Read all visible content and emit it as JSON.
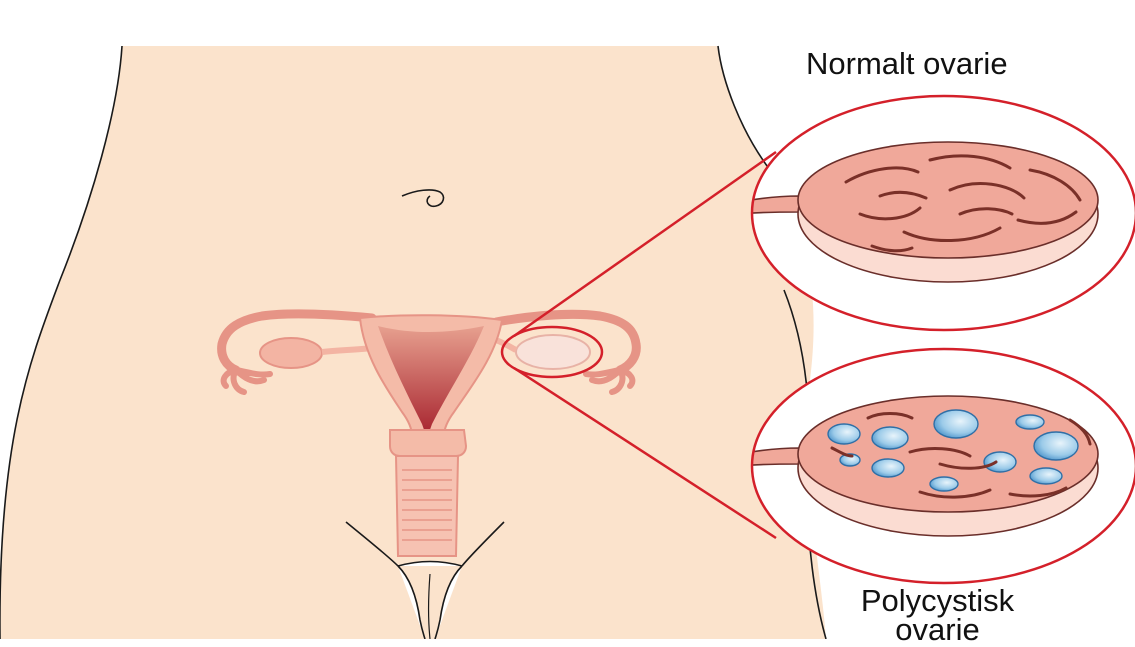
{
  "labels": {
    "normal_ovary": "Normalt ovarie",
    "polycystic_line1": "Polycystisk",
    "polycystic_line2": "ovarie"
  },
  "colors": {
    "skin": "#fbe3cc",
    "outline": "#1a1a1a",
    "callout": "#d4202a",
    "uterus_light": "#f4b5a3",
    "uterus_mid": "#e08a7c",
    "uterus_dark": "#a4202a",
    "ovary_fill": "#f0a89a",
    "ovary_rim": "#fbdcd2",
    "cyst_blue": "#4a98d2",
    "cyst_light": "#cfe7f6"
  }
}
